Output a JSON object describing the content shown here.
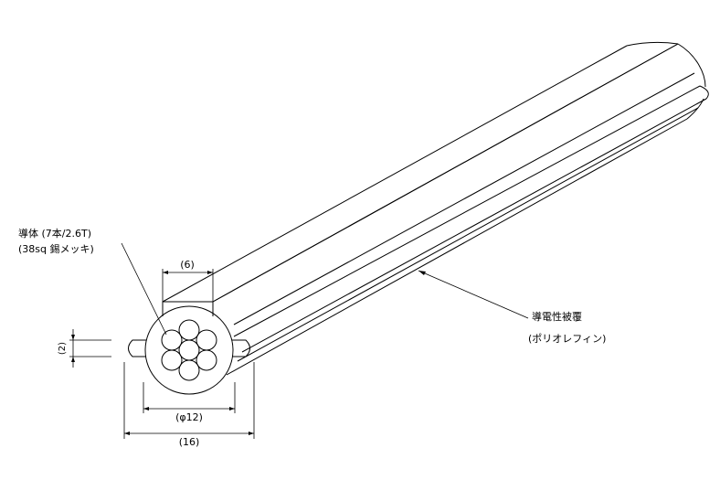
{
  "conductor": {
    "line1": "導体 (7本/2.6T)",
    "line2": "(38sq  錫メッキ)"
  },
  "sheath": {
    "line1": "導電性被覆",
    "line2": "(ポリオレフィン)"
  },
  "dimensions": {
    "rib_width": "(6)",
    "rib_height": "(2)",
    "core_diameter": "(φ12)",
    "overall_width": "(16)"
  }
}
